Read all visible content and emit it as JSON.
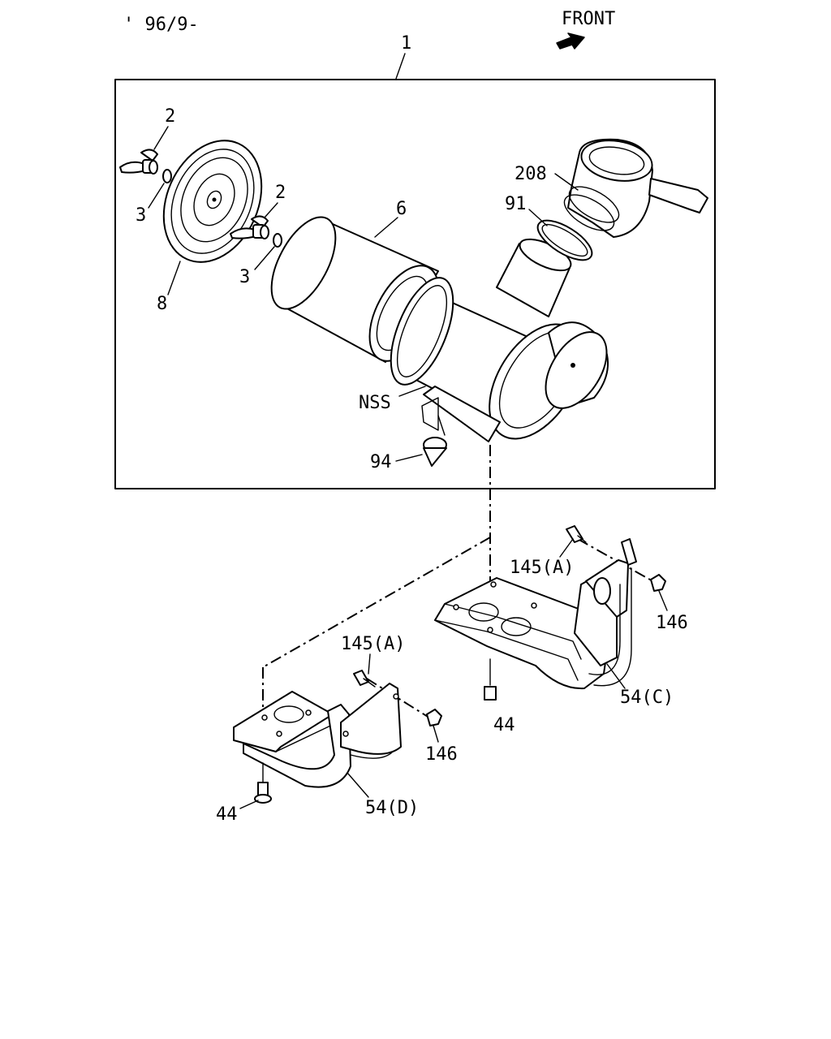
{
  "header": {
    "date_code": "' 96/9-",
    "front_label": "FRONT"
  },
  "callouts": {
    "assembly": "1",
    "wing_nut_upper": "2",
    "wing_nut_lower": "2",
    "washer_upper": "3",
    "washer_lower": "3",
    "cover": "8",
    "element": "6",
    "elbow": "208",
    "clamp": "91",
    "nss": "NSS",
    "drain_valve": "94",
    "bolt_right": "145(A)",
    "nut_right": "146",
    "bracket_right": "54(C)",
    "bolt_bottom_right": "44",
    "bolt_left": "145(A)",
    "nut_left": "146",
    "bracket_left": "54(D)",
    "bolt_bottom_left": "44"
  },
  "colors": {
    "line": "#000000",
    "background": "#ffffff"
  },
  "icons": [
    "front-arrow-icon"
  ]
}
